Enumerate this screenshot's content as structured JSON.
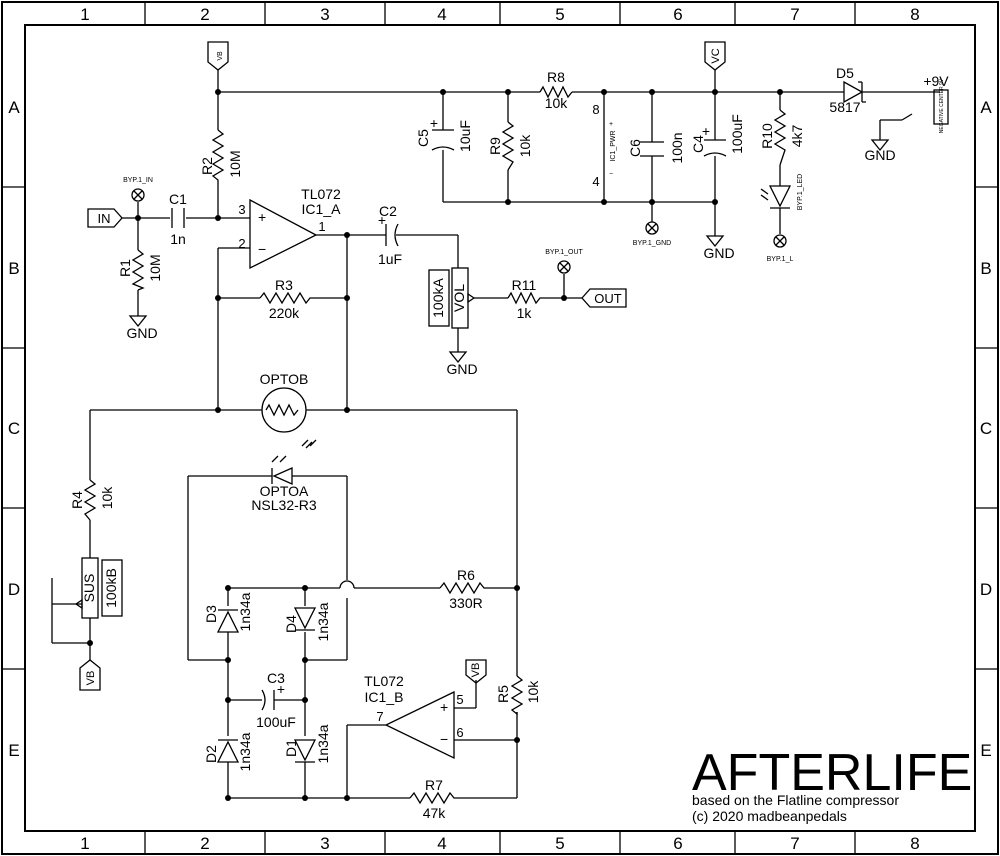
{
  "frame": {
    "cols": [
      "1",
      "2",
      "3",
      "4",
      "5",
      "6",
      "7",
      "8"
    ],
    "rows": [
      "A",
      "B",
      "C",
      "D",
      "E"
    ]
  },
  "title": {
    "main": "AFTERLIFE",
    "sub": "based on the Flatline compressor",
    "copy": "(c) 2020  madbeanpedals"
  },
  "ports": {
    "in": "IN",
    "out": "OUT",
    "vb": "VB",
    "vc": "VC",
    "gnd": "GND",
    "v9": "+9V"
  },
  "components": {
    "c1": {
      "ref": "C1",
      "val": "1n"
    },
    "c2": {
      "ref": "C2",
      "val": "1uF"
    },
    "c3": {
      "ref": "C3",
      "val": "100uF"
    },
    "c4": {
      "ref": "C4",
      "val": "100uF"
    },
    "c5": {
      "ref": "C5",
      "val": "10uF"
    },
    "c6": {
      "ref": "C6",
      "val": "100n"
    },
    "r1": {
      "ref": "R1",
      "val": "10M"
    },
    "r2": {
      "ref": "R2",
      "val": "10M"
    },
    "r3": {
      "ref": "R3",
      "val": "220k"
    },
    "r4": {
      "ref": "R4",
      "val": "10k"
    },
    "r5": {
      "ref": "R5",
      "val": "10k"
    },
    "r6": {
      "ref": "R6",
      "val": "330R"
    },
    "r7": {
      "ref": "R7",
      "val": "47k"
    },
    "r8": {
      "ref": "R8",
      "val": "10k"
    },
    "r9": {
      "ref": "R9",
      "val": "10k"
    },
    "r10": {
      "ref": "R10",
      "val": "4k7"
    },
    "r11": {
      "ref": "R11",
      "val": "1k"
    },
    "d1": {
      "ref": "D1",
      "val": "1n34a"
    },
    "d2": {
      "ref": "D2",
      "val": "1n34a"
    },
    "d3": {
      "ref": "D3",
      "val": "1n34a"
    },
    "d4": {
      "ref": "D4",
      "val": "1n34a"
    },
    "d5": {
      "ref": "D5",
      "val": "5817"
    },
    "ic1a": {
      "type": "TL072",
      "ref": "IC1_A"
    },
    "ic1b": {
      "type": "TL072",
      "ref": "IC1_B"
    },
    "optob": {
      "ref": "OPTOB"
    },
    "optoa": {
      "ref": "OPTOA",
      "val": "NSL32-R3"
    },
    "vol": {
      "ref": "VOL",
      "val": "100kA"
    },
    "sus": {
      "ref": "SUS",
      "val": "100kB"
    },
    "icpwr": {
      "ref": "IC1_PWR"
    },
    "led": {
      "ref": "BYP.1_LED"
    }
  },
  "pads": {
    "byp_in": "BYP.1_IN",
    "byp_out": "BYP.1_OUT",
    "byp_gnd": "BYP.1_GND",
    "byp_l": "BYP.1_L"
  },
  "pins": {
    "p1": "1",
    "p2": "2",
    "p3": "3",
    "p4": "4",
    "p5": "5",
    "p6": "6",
    "p7": "7",
    "p8": "8"
  },
  "jack": "NEGATIVE CENTER 9V"
}
